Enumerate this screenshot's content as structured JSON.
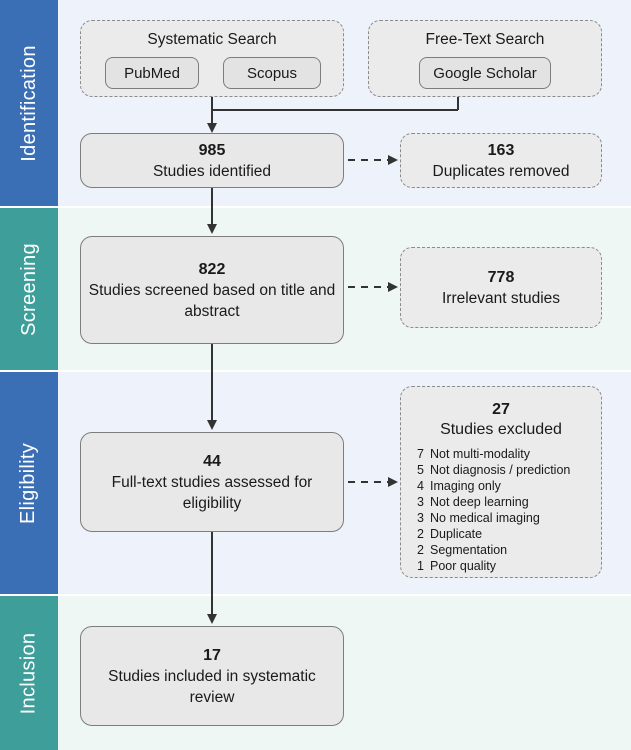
{
  "phases": {
    "identification": "Identification",
    "screening": "Screening",
    "eligibility": "Eligibility",
    "inclusion": "Inclusion"
  },
  "search": {
    "systematic_title": "Systematic Search",
    "pubmed": "PubMed",
    "scopus": "Scopus",
    "freetext_title": "Free-Text Search",
    "google_scholar": "Google Scholar"
  },
  "identified": {
    "count": "985",
    "label": "Studies identified"
  },
  "duplicates": {
    "count": "163",
    "label": "Duplicates removed"
  },
  "screened": {
    "count": "822",
    "label": "Studies screened based on title and abstract"
  },
  "irrelevant": {
    "count": "778",
    "label": "Irrelevant studies"
  },
  "assessed": {
    "count": "44",
    "label": "Full-text studies assessed for eligibility"
  },
  "excluded": {
    "count": "27",
    "label": "Studies excluded",
    "reasons": [
      {
        "count": "7",
        "label": "Not multi-modality"
      },
      {
        "count": "5",
        "label": "Not diagnosis / prediction"
      },
      {
        "count": "4",
        "label": "Imaging only"
      },
      {
        "count": "3",
        "label": "Not deep learning"
      },
      {
        "count": "3",
        "label": "No medical imaging"
      },
      {
        "count": "2",
        "label": "Duplicate"
      },
      {
        "count": "2",
        "label": "Segmentation"
      },
      {
        "count": "1",
        "label": "Poor quality"
      }
    ]
  },
  "included": {
    "count": "17",
    "label": "Studies included in systematic review"
  },
  "colors": {
    "phase_blue": "#3a6fb5",
    "phase_teal": "#3d9e9a",
    "box_fill": "#e8e8e8",
    "arrow": "#333333"
  }
}
